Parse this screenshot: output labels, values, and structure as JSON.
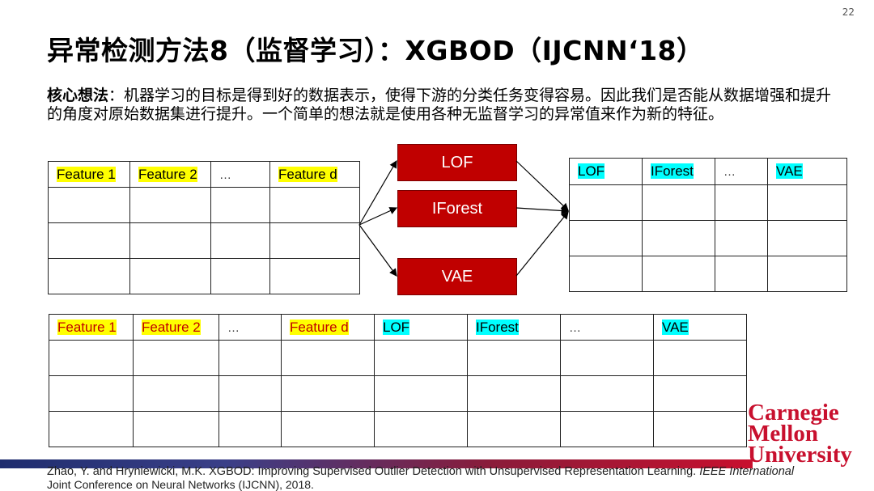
{
  "page_number": "22",
  "title": "异常检测方法8（监督学习）：XGBOD（IJCNN‘18）",
  "core_idea": {
    "label": "核心想法",
    "text": "：机器学习的目标是得到好的数据表示，使得下游的分类任务变得容易。因此我们是否能从数据增强和提升的角度对原始数据集进行提升。一个简单的想法就是使用各种无监督学习的异常值来作为新的特征。"
  },
  "input_table": {
    "headers": [
      "Feature 1",
      "Feature 2",
      "…",
      "Feature d"
    ]
  },
  "models": [
    "LOF",
    "IForest",
    "VAE"
  ],
  "output_table": {
    "headers": [
      "LOF",
      "IForest",
      "…",
      "VAE"
    ]
  },
  "combined_table": {
    "headers": [
      "Feature 1",
      "Feature 2",
      "…",
      "Feature d",
      "LOF",
      "IForest",
      "…",
      "VAE"
    ]
  },
  "citation": {
    "main": "Zhao, Y. and Hryniewicki, M.K. XGBOD: Improving Supervised Outlier Detection with Unsupervised Representation Learning. ",
    "venue": "IEEE International",
    "line2": "Joint Conference on Neural Networks (IJCNN), 2018."
  },
  "logo": {
    "line1": "Carnegie",
    "line2": "Mellon",
    "line3": "University"
  },
  "colors": {
    "model_box": "#c00000",
    "highlight_yellow": "#ffff00",
    "highlight_cyan": "#00ffff",
    "logo_red": "#c8102e"
  }
}
